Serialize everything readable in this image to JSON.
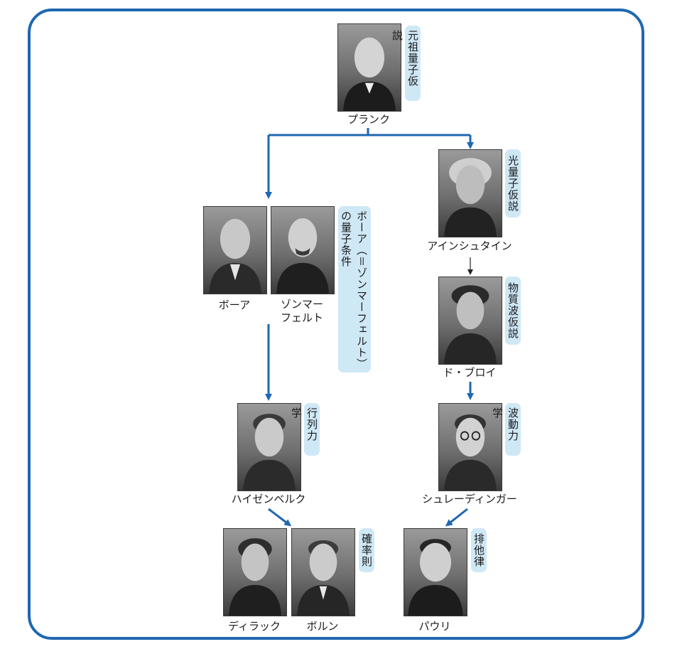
{
  "scientists": {
    "planck": "プランク",
    "einstein": "アインシュタイン",
    "bohr": "ボーア",
    "sommerfeld_line1": "ゾンマー",
    "sommerfeld_line2": "フェルト",
    "debroglie": "ド・ブロイ",
    "heisenberg": "ハイゼンベルク",
    "schrodinger": "シュレーディンガー",
    "dirac": "ディラック",
    "born": "ボルン",
    "pauli": "パウリ"
  },
  "contributions": {
    "planck": "元祖量子仮説",
    "einstein": "光量子仮説",
    "bohr_sommerfeld": "ボーア（＝ゾンマーフェルト）の量子条件",
    "debroglie": "物質波仮説",
    "heisenberg": "行列力学",
    "schrodinger": "波動力学",
    "born": "確率則",
    "pauli": "排他律"
  },
  "colors": {
    "frame": "#1f67b1",
    "arrow": "#1f67b1",
    "arrow_thin": "#222222",
    "tag_bg": "#cfe8f6"
  }
}
